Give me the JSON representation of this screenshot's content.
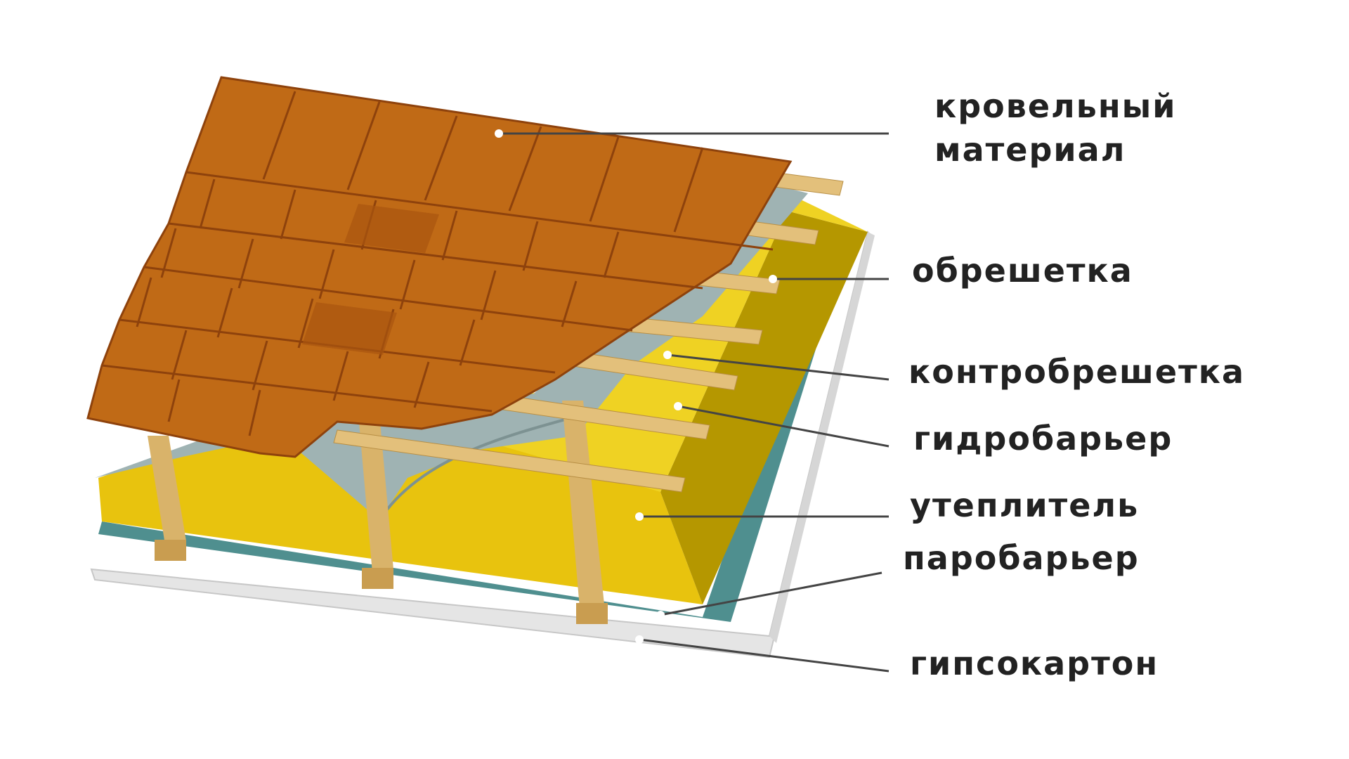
{
  "layers": [
    {
      "id": "roofing",
      "lines": [
        "кровельный",
        "материал"
      ]
    },
    {
      "id": "batten",
      "lines": [
        "обрешетка"
      ]
    },
    {
      "id": "counter_batten",
      "lines": [
        "контробрешетка"
      ]
    },
    {
      "id": "waterproofing",
      "lines": [
        "гидробарьер"
      ]
    },
    {
      "id": "insulation",
      "lines": [
        "утеплитель"
      ]
    },
    {
      "id": "vapor_barrier",
      "lines": [
        "паробарьер"
      ]
    },
    {
      "id": "drywall",
      "lines": [
        "гипсокартон"
      ]
    }
  ],
  "colors": {
    "roofing": "#c06a16",
    "roofing_edge": "#8e420c",
    "batten": "#e3c07b",
    "waterproofing": "#9fb3b3",
    "insulation": "#e8c30e",
    "insulation_side": "#b59700",
    "vapor_barrier": "#4f8f8f",
    "drywall": "#e5e5e5",
    "leader_line": "#444444"
  }
}
